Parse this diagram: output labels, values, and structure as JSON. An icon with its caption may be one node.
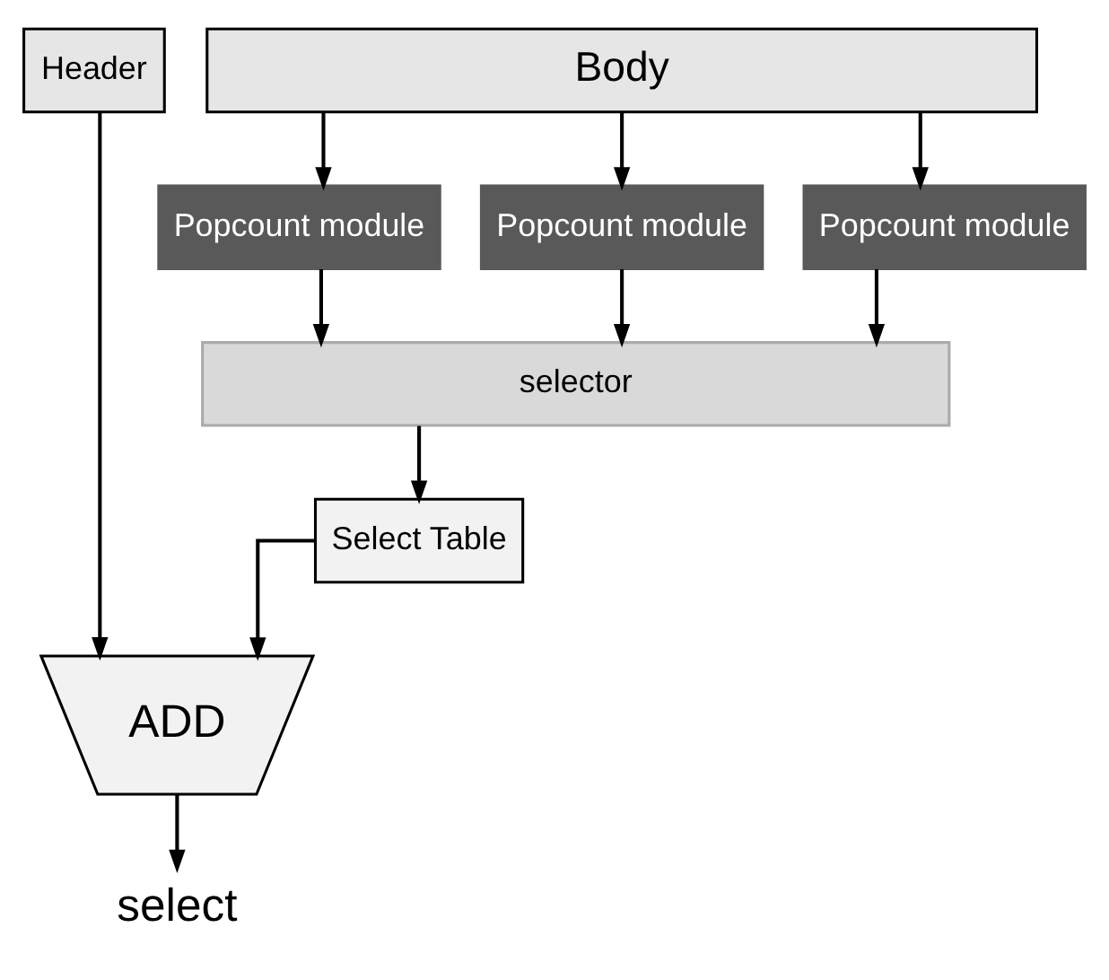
{
  "diagram": {
    "nodes": [
      {
        "text": [
          "Header"
        ]
      },
      {
        "text": [
          "Body"
        ]
      },
      {
        "text": [
          "Popcount module"
        ]
      },
      {
        "text": [
          "Popcount module"
        ]
      },
      {
        "text": [
          "Popcount module"
        ]
      },
      {
        "text": [
          "selector"
        ]
      },
      {
        "text": [
          "Select Table"
        ]
      },
      {
        "text": [
          "ADD"
        ]
      },
      {
        "text": [
          "select"
        ]
      }
    ],
    "edges": [
      {
        "from": 1,
        "to": 2,
        "arrow": "to"
      },
      {
        "from": 1,
        "to": 3,
        "arrow": "to"
      },
      {
        "from": 1,
        "to": 4,
        "arrow": "to"
      },
      {
        "from": 2,
        "to": 5,
        "arrow": "to"
      },
      {
        "from": 3,
        "to": 5,
        "arrow": "to"
      },
      {
        "from": 4,
        "to": 5,
        "arrow": "to"
      },
      {
        "from": 5,
        "to": 6,
        "arrow": "to"
      },
      {
        "from": 0,
        "to": 7,
        "arrow": "to"
      },
      {
        "from": 6,
        "to": 7,
        "arrow": "to"
      },
      {
        "from": 7,
        "to": 8,
        "arrow": "to"
      }
    ]
  }
}
